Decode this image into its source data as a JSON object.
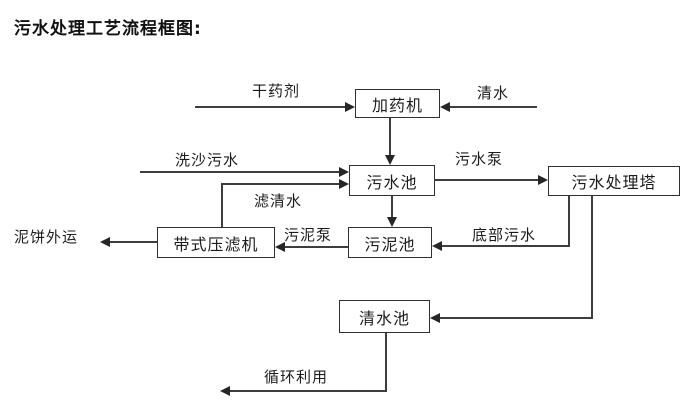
{
  "title": "污水处理工艺流程框图:",
  "diagram": {
    "nodes": {
      "dosing_machine": "加药机",
      "sewage_pool": "污水池",
      "treatment_tower": "污水处理塔",
      "sludge_pool": "污泥池",
      "belt_filter_press": "带式压滤机",
      "clear_water_pool": "清水池"
    },
    "labels": {
      "dry_agent": "干药剂",
      "clear_water": "清水",
      "sand_washing_sewage": "洗沙污水",
      "filtered_water": "滤清水",
      "sewage_pump": "污水泵",
      "sludge_pump": "污泥泵",
      "bottom_sewage": "底部污水",
      "mud_cake_out": "泥饼外运",
      "recycle": "循环利用"
    },
    "line_color": "#3d3d3d",
    "box_border_color": "#303030",
    "background_color": "#ffffff"
  }
}
